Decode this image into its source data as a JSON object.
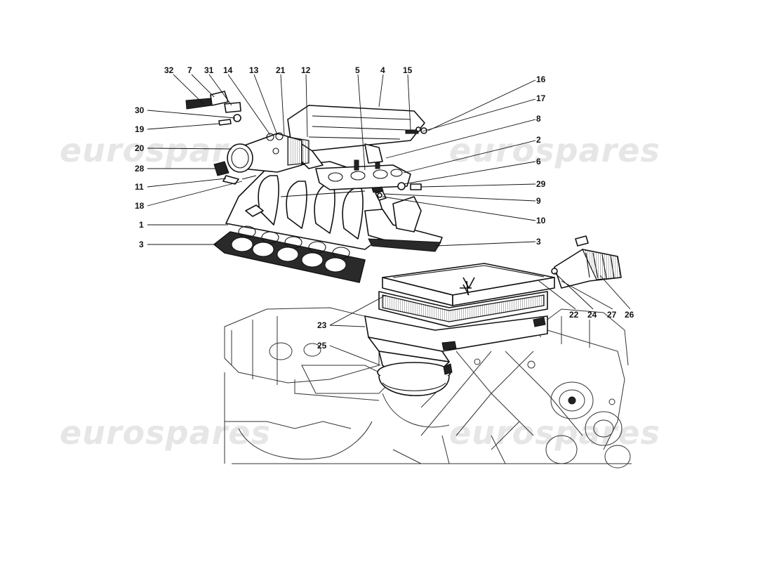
{
  "watermarks": [
    "eurospares",
    "eurospares",
    "eurospares",
    "eurospares"
  ],
  "callouts": [
    {
      "id": "c32",
      "text": "32"
    },
    {
      "id": "c7",
      "text": "7"
    },
    {
      "id": "c31",
      "text": "31"
    },
    {
      "id": "c14",
      "text": "14"
    },
    {
      "id": "c13",
      "text": "13"
    },
    {
      "id": "c21",
      "text": "21"
    },
    {
      "id": "c12",
      "text": "12"
    },
    {
      "id": "c5",
      "text": "5"
    },
    {
      "id": "c4",
      "text": "4"
    },
    {
      "id": "c15",
      "text": "15"
    },
    {
      "id": "c16",
      "text": "16"
    },
    {
      "id": "c17",
      "text": "17"
    },
    {
      "id": "c8",
      "text": "8"
    },
    {
      "id": "c2",
      "text": "2"
    },
    {
      "id": "c6",
      "text": "6"
    },
    {
      "id": "c29",
      "text": "29"
    },
    {
      "id": "c9",
      "text": "9"
    },
    {
      "id": "c10",
      "text": "10"
    },
    {
      "id": "c3r",
      "text": "3"
    },
    {
      "id": "c30",
      "text": "30"
    },
    {
      "id": "c19",
      "text": "19"
    },
    {
      "id": "c20",
      "text": "20"
    },
    {
      "id": "c28",
      "text": "28"
    },
    {
      "id": "c11",
      "text": "11"
    },
    {
      "id": "c18",
      "text": "18"
    },
    {
      "id": "c1",
      "text": "1"
    },
    {
      "id": "c3l",
      "text": "3"
    },
    {
      "id": "c22",
      "text": "22"
    },
    {
      "id": "c24",
      "text": "24"
    },
    {
      "id": "c27",
      "text": "27"
    },
    {
      "id": "c26",
      "text": "26"
    },
    {
      "id": "c23",
      "text": "23"
    },
    {
      "id": "c25",
      "text": "25"
    }
  ]
}
